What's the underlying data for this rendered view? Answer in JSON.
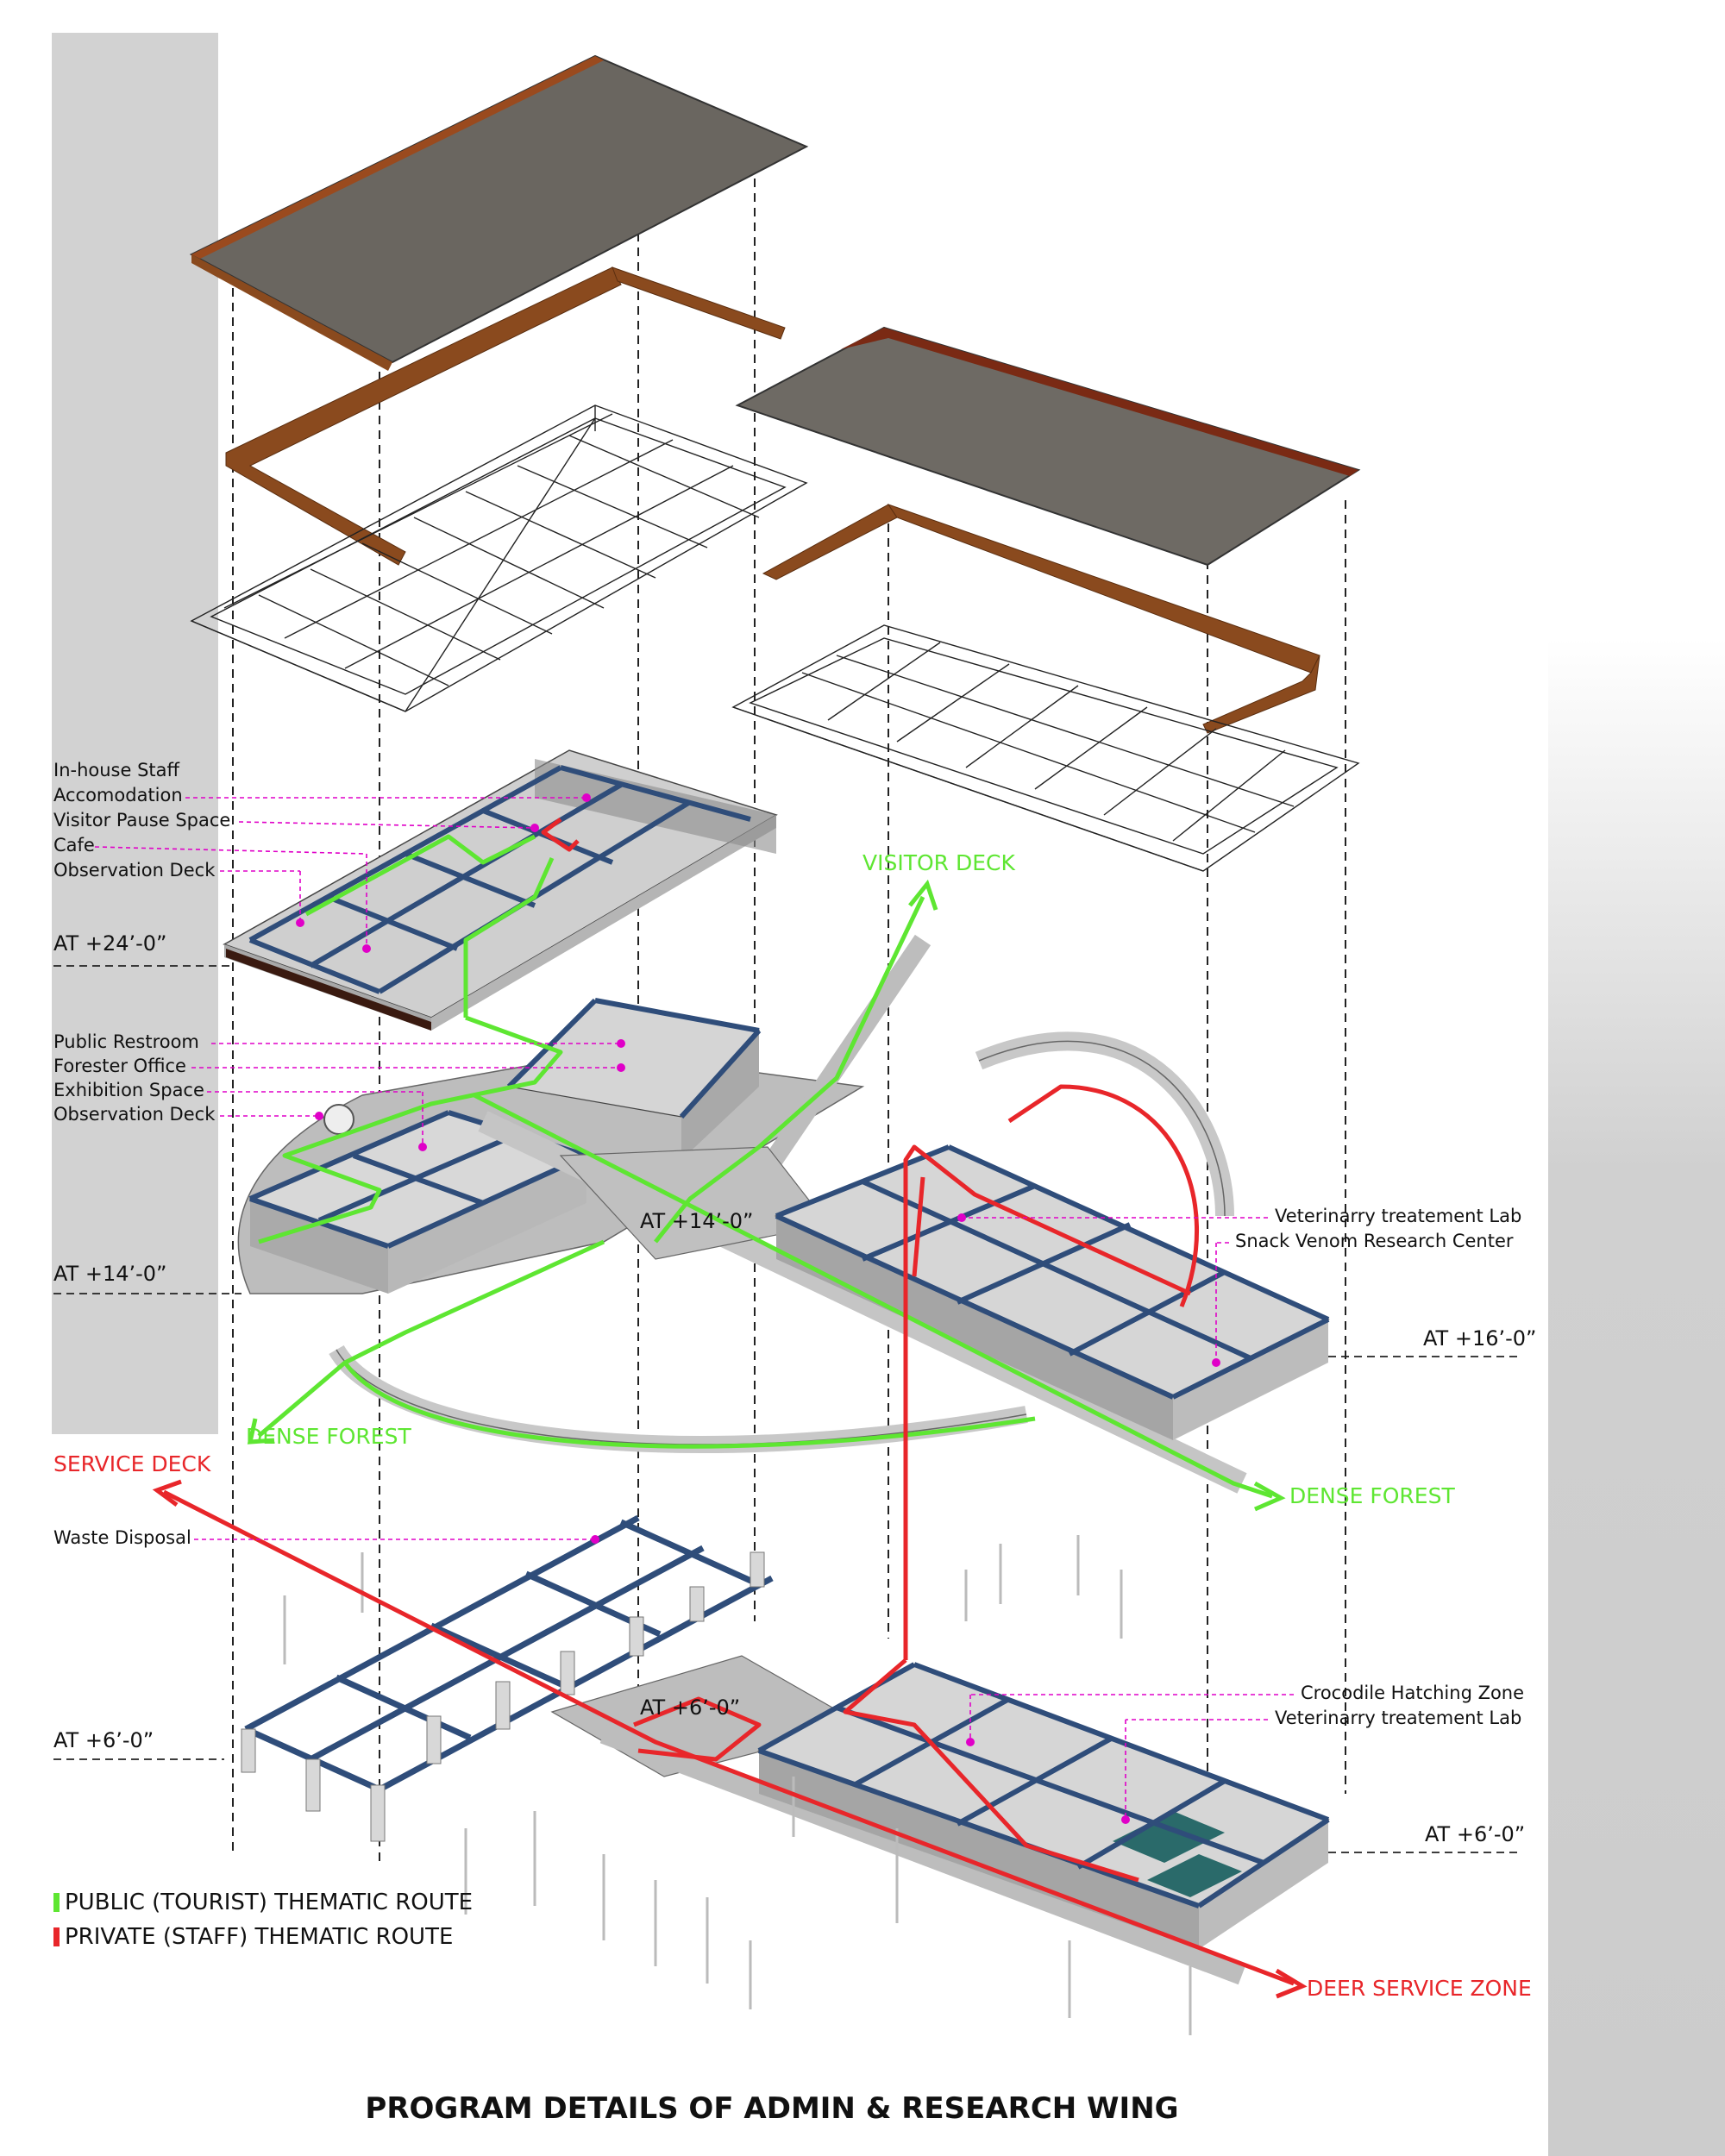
{
  "title": "PROGRAM DETAILS OF ADMIN & RESEARCH WING",
  "colors": {
    "public_route": "#5ee632",
    "private_route": "#e8262a",
    "label_leader": "#e000c8",
    "roof_brown": "#8a4a1e",
    "roof_grey": "#6e6a64",
    "beam_blue": "#2f4d7a",
    "slab_grey": "#c8c8c8",
    "side_band": "#d4d4d4"
  },
  "levels": {
    "left_24": "AT +24’-0”",
    "left_14": "AT +14’-0”",
    "center_14": "AT +14’-0”",
    "right_16": "AT +16’-0”",
    "left_6": "AT +6’-0”",
    "center_6": "AT +6’-0”",
    "right_6": "AT +6’-0”"
  },
  "labels": {
    "staff_accom_1": "In-house Staff",
    "staff_accom_2": "Accomodation",
    "visitor_pause": "Visitor Pause Space",
    "cafe": "Cafe",
    "obs_deck_upper": "Observation Deck",
    "public_restroom": "Public Restroom",
    "forester_office": "Forester Office",
    "exhibition_space": "Exhibition Space",
    "obs_deck_lower": "Observation Deck",
    "vet_lab_upper": "Veterinarry treatement Lab",
    "snake_venom": "Snack Venom  Research Center",
    "waste_disposal": "Waste Disposal",
    "croc_hatching": "Crocodile Hatching Zone",
    "vet_lab_lower": "Veterinarry treatement Lab"
  },
  "destinations": {
    "visitor_deck": "VISITOR DECK",
    "dense_forest_left": "DENSE FOREST",
    "dense_forest_right": "DENSE FOREST",
    "service_deck": "SERVICE DECK",
    "deer_service": "DEER SERVICE ZONE"
  },
  "legend": {
    "public": "PUBLIC (TOURIST) THEMATIC ROUTE",
    "private": "PRIVATE (STAFF) THEMATIC ROUTE"
  }
}
